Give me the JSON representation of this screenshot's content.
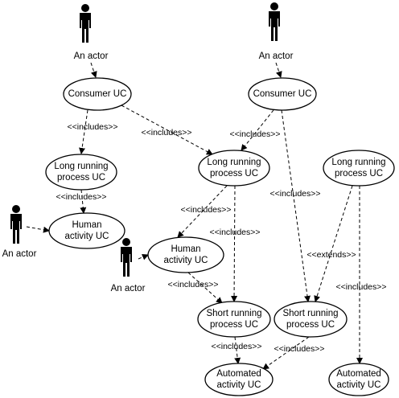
{
  "diagram": {
    "actors": [
      {
        "id": "actor1",
        "label": "An actor"
      },
      {
        "id": "actor2",
        "label": "An actor"
      },
      {
        "id": "actor3",
        "label": "An actor"
      },
      {
        "id": "actor4",
        "label": "An actor"
      }
    ],
    "use_cases": [
      {
        "id": "uc_consumer1",
        "lines": [
          "Consumer UC"
        ]
      },
      {
        "id": "uc_consumer2",
        "lines": [
          "Consumer UC"
        ]
      },
      {
        "id": "uc_longrun1",
        "lines": [
          "Long running",
          "process UC"
        ]
      },
      {
        "id": "uc_longrun2",
        "lines": [
          "Long running",
          "process UC"
        ]
      },
      {
        "id": "uc_longrun3",
        "lines": [
          "Long running",
          "process UC"
        ]
      },
      {
        "id": "uc_human1",
        "lines": [
          "Human",
          "activity UC"
        ]
      },
      {
        "id": "uc_human2",
        "lines": [
          "Human",
          "activity UC"
        ]
      },
      {
        "id": "uc_short1",
        "lines": [
          "Short running",
          "process UC"
        ]
      },
      {
        "id": "uc_short2",
        "lines": [
          "Short running",
          "process UC"
        ]
      },
      {
        "id": "uc_auto1",
        "lines": [
          "Automated",
          "activity UC"
        ]
      },
      {
        "id": "uc_auto2",
        "lines": [
          "Automated",
          "activity UC"
        ]
      }
    ],
    "edges": [
      {
        "from": "actor1",
        "to": "uc_consumer1",
        "label": ""
      },
      {
        "from": "actor2",
        "to": "uc_consumer2",
        "label": ""
      },
      {
        "from": "uc_consumer1",
        "to": "uc_longrun1",
        "label": "<<includes>>"
      },
      {
        "from": "uc_consumer1",
        "to": "uc_longrun2",
        "label": "<<includes>>"
      },
      {
        "from": "uc_consumer2",
        "to": "uc_longrun2",
        "label": "<<includes>>"
      },
      {
        "from": "uc_consumer2",
        "to": "uc_short2",
        "label": "<<includes>>"
      },
      {
        "from": "uc_longrun1",
        "to": "uc_human1",
        "label": "<<includes>>"
      },
      {
        "from": "actor3",
        "to": "uc_human1",
        "label": ""
      },
      {
        "from": "uc_longrun2",
        "to": "uc_human2",
        "label": "<<includes>>"
      },
      {
        "from": "uc_longrun2",
        "to": "uc_short1",
        "label": "<<includes>>"
      },
      {
        "from": "actor4",
        "to": "uc_human2",
        "label": ""
      },
      {
        "from": "uc_human2",
        "to": "uc_short1",
        "label": "<<includes>>"
      },
      {
        "from": "uc_longrun3",
        "to": "uc_short2",
        "label": "<<extends>>"
      },
      {
        "from": "uc_longrun3",
        "to": "uc_auto2",
        "label": "<<includes>>"
      },
      {
        "from": "uc_short1",
        "to": "uc_auto1",
        "label": "<<includes>>"
      },
      {
        "from": "uc_short2",
        "to": "uc_auto1",
        "label": "<<includes>>"
      }
    ]
  }
}
